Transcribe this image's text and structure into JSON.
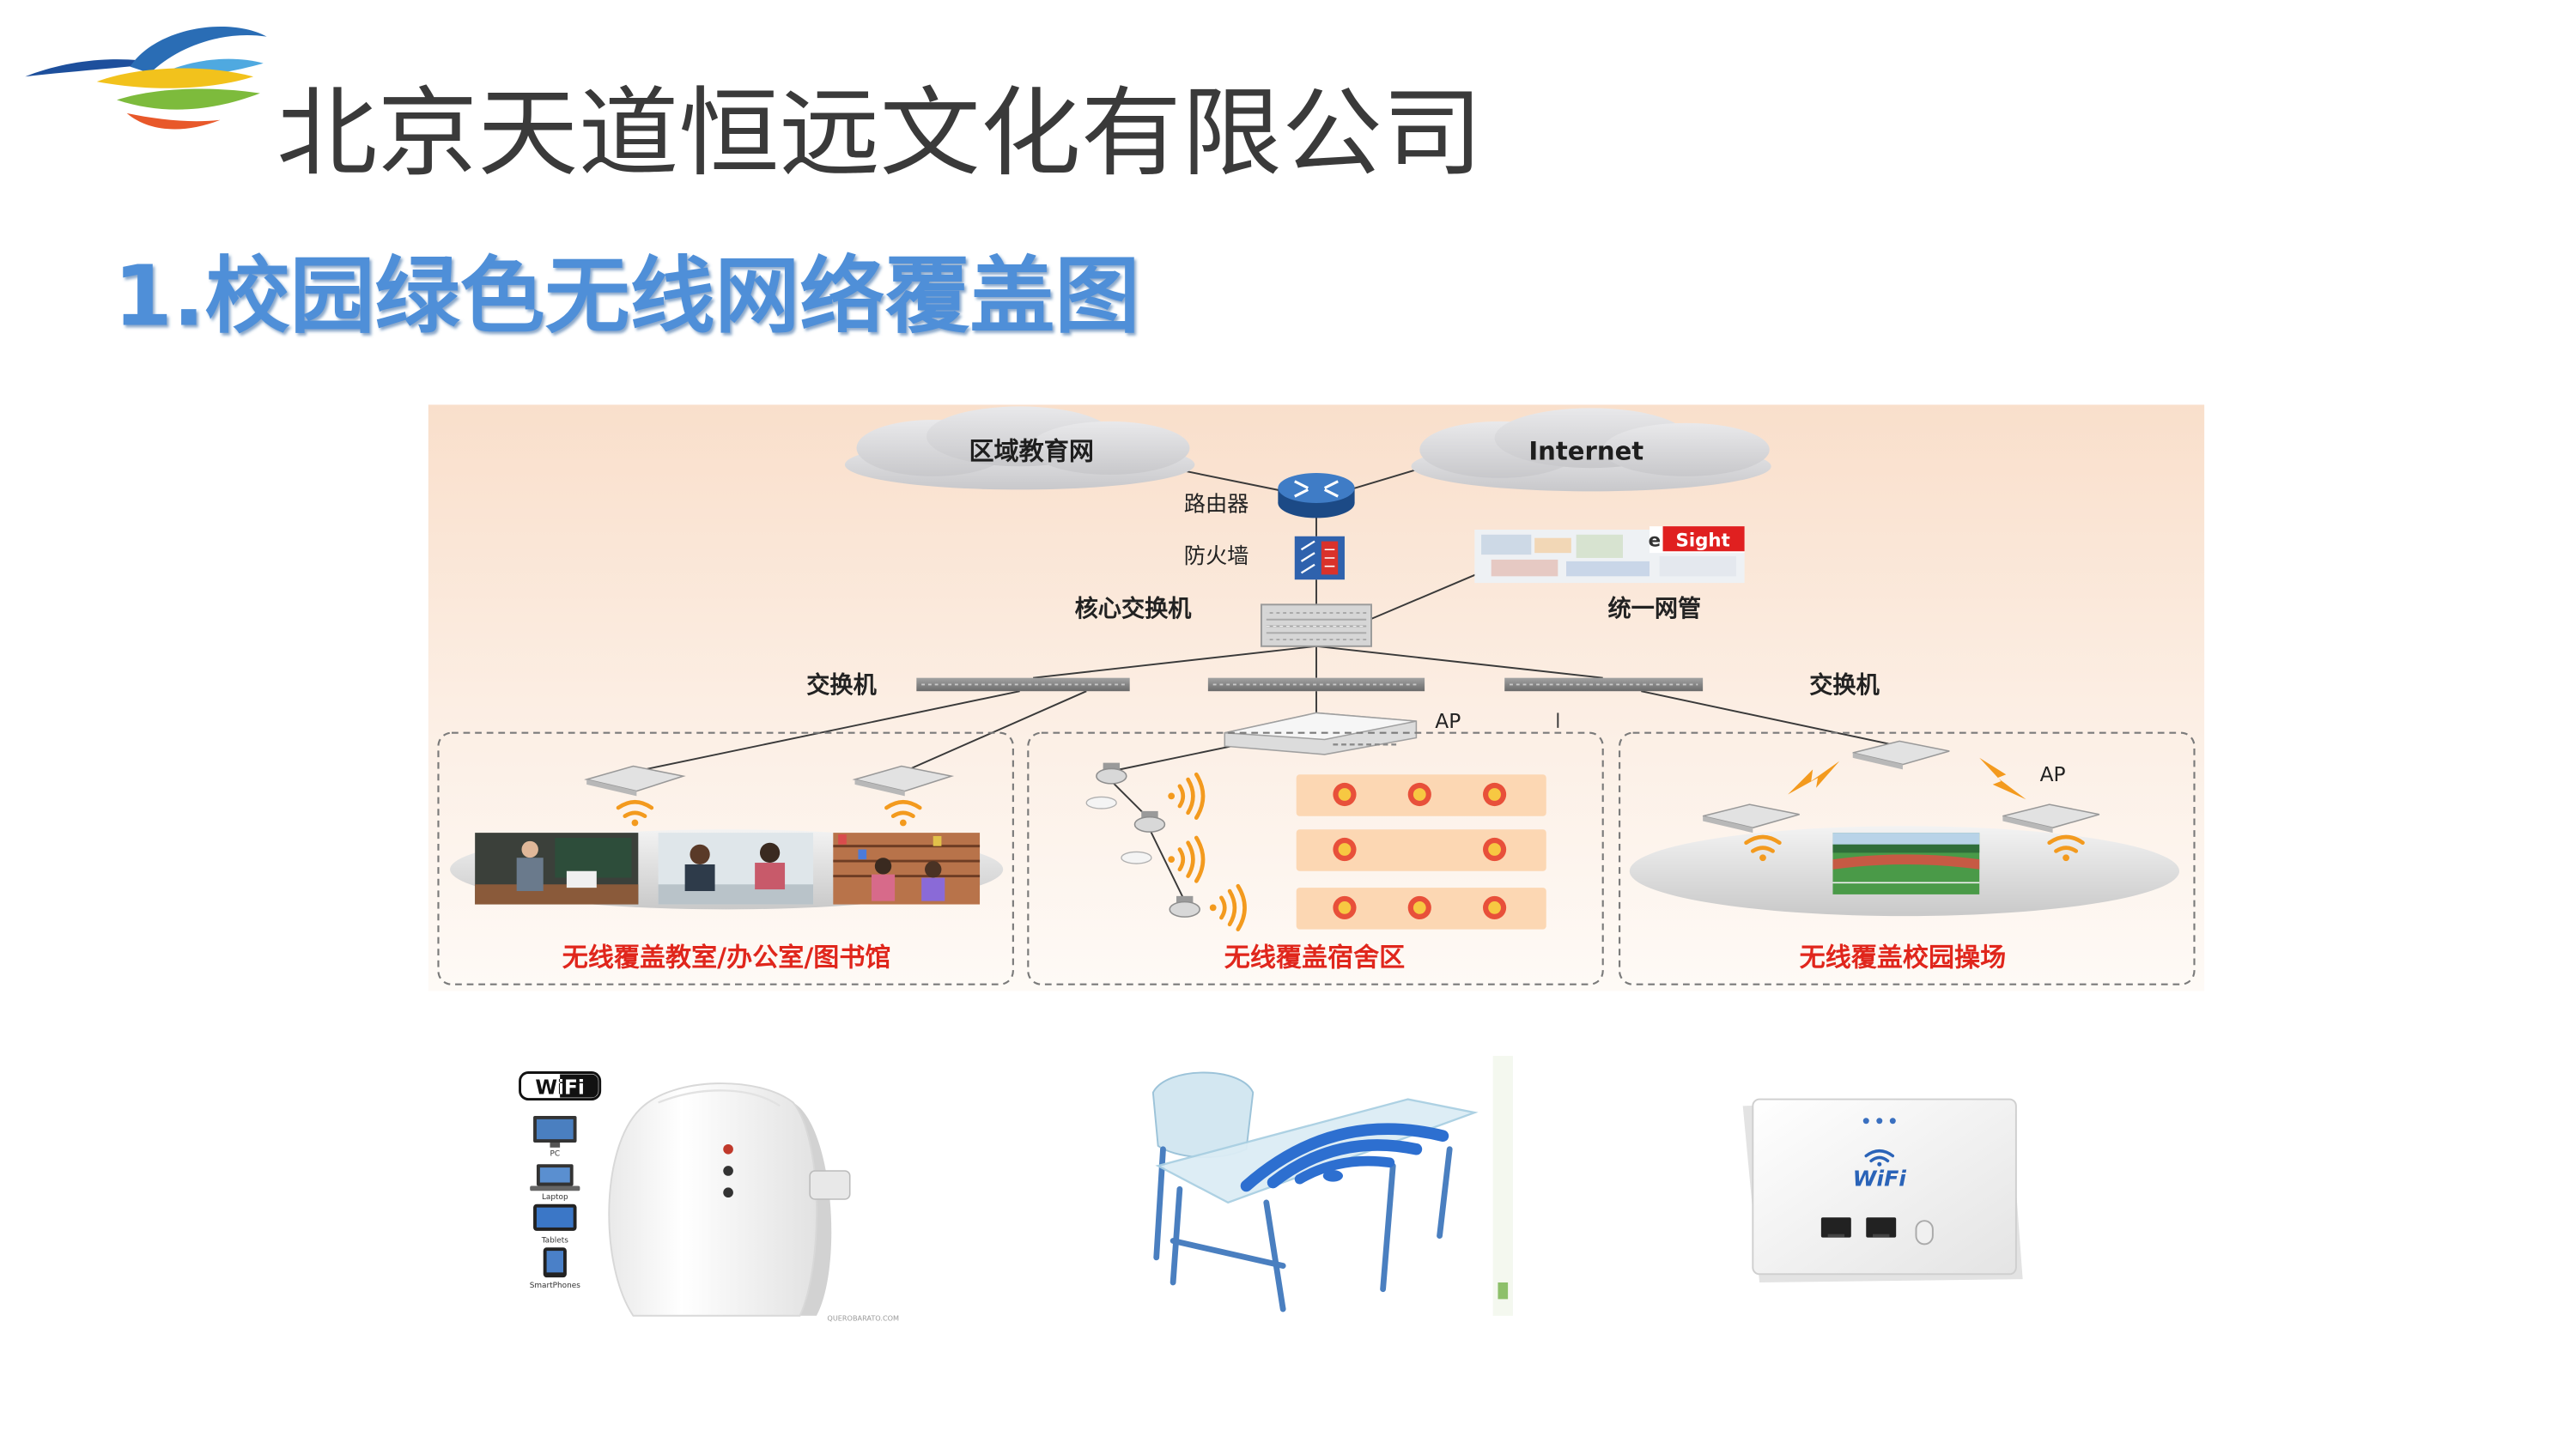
{
  "company": {
    "name": "北京天道恒远文化有限公司"
  },
  "slide_title": "1.校园绿色无线网络覆盖图",
  "diagram": {
    "clouds": [
      "区域教育网",
      "Internet"
    ],
    "router": "路由器",
    "firewall": "防火墙",
    "core_switch": "核心交换机",
    "management": {
      "logo_prefix": "e",
      "logo_badge": "Sight",
      "label": "统一网管"
    },
    "switch_labels": [
      "交换机",
      "交换机"
    ],
    "ap_labels": [
      "AP",
      "AP"
    ],
    "zones": [
      {
        "caption": "无线覆盖教室/办公室/图书馆"
      },
      {
        "caption": "无线覆盖宿舍区"
      },
      {
        "caption": "无线覆盖校园操场"
      }
    ]
  },
  "products": {
    "repeater": {
      "badge": "WiFi",
      "devices": [
        "PC",
        "Laptop",
        "Tablets",
        "SmartPhones"
      ],
      "watermark": "QUEROBARATO.COM"
    },
    "wall_panel": {
      "label": "WiFi"
    }
  },
  "colors": {
    "title_blue": "#4f8fd8",
    "company_text": "#3a3a3a",
    "caption_red": "#e0261c",
    "signal_orange": "#f39a1e",
    "diagram_background": "#fbe8da"
  },
  "icons": [
    "company-logo-icon",
    "cloud-icon",
    "router-icon",
    "firewall-icon",
    "core-switch-icon",
    "switch-icon",
    "access-point-icon",
    "wifi-signal-icon",
    "lightning-icon"
  ]
}
